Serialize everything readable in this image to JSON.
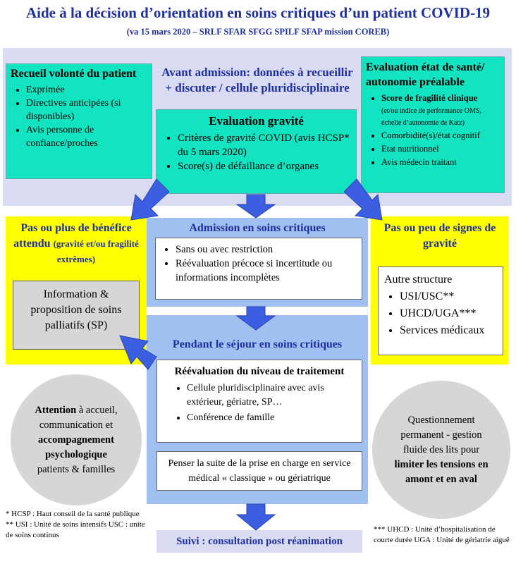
{
  "title": "Aide à la décision d’orientation en soins critiques d’un patient COVID-19",
  "subtitle": "(va 15 mars 2020 – SRLF SFAR SFGG SPILF SFAP mission COREB)",
  "avant": {
    "line1": "Avant admission: données à recueillir",
    "line2": "+ discuter / cellule pluridisciplinaire"
  },
  "recueil": {
    "title": "Recueil volonté du patient",
    "items": [
      "Exprimée",
      "Directives anticipées (si disponibles)",
      "Avis personne de confiance/proches"
    ]
  },
  "gravite": {
    "title": "Evaluation gravité",
    "items": [
      "Critères de gravité COVID (avis HCSP* du 5 mars 2020)",
      "Score(s) de défaillance d’organes"
    ]
  },
  "etat": {
    "title": "Evaluation état de santé/ autonomie préalable",
    "frailty_title": "Score de fragilité clinique",
    "frailty_note": "(et/ou indice de performance OMS, échelle d’autonomie de Katz)",
    "items": [
      "Comorbidité(s)/état cognitif",
      "Etat nutritionnel",
      "Avis médecin traitant"
    ]
  },
  "pasbenefice": {
    "title_a": "Pas ou plus de bénéfice attendu",
    "title_b": "(gravité et/ou fragilité extrêmes)",
    "box": "Information & proposition de soins palliatifs (SP)"
  },
  "admission": {
    "title": "Admission en soins critiques",
    "items": [
      "Sans ou avec restriction",
      "Réévaluation précoce si incertitude ou informations incomplètes"
    ]
  },
  "passignes": {
    "title": "Pas ou peu de signes de gravité",
    "box_title": "Autre structure",
    "items": [
      "USI/USC**",
      "UHCD/UGA***",
      "Services médicaux"
    ]
  },
  "sejour": {
    "title": "Pendant le séjour en soins critiques",
    "reeval_title": "Réévaluation du niveau de traitement",
    "items": [
      "Cellule pluridisciplinaire avec avis extérieur, gériatre, SP…",
      "Conférence de famille"
    ],
    "suite": "Penser la suite de la prise en charge en service médical « classique » ou gériatrique"
  },
  "attention": {
    "a": "Attention",
    "b": " à accueil, communication et ",
    "c": "accompagnement psychologique",
    "d": "patients & familles"
  },
  "question": {
    "a": "Questionnement permanent - gestion fluide des lits pour ",
    "b": "limiter les tensions en amont et en aval"
  },
  "suivi": "Suivi : consultation post réanimation",
  "footnotes": {
    "left1": "* HCSP : Haut conseil de la santé publique",
    "left2": "** USI : Unité de soins intensifs USC : unite de soins continus",
    "right": "*** UHCD : Unité d’hospitalisation de courte durée UGA : Unité de gériatrie aiguë"
  },
  "colors": {
    "title_blue": "#1f2f9c",
    "cyan": "#12e3c1",
    "yellow": "#ffff00",
    "band": "#d9dbf2",
    "arrow_blue": "#3b5fe0"
  }
}
